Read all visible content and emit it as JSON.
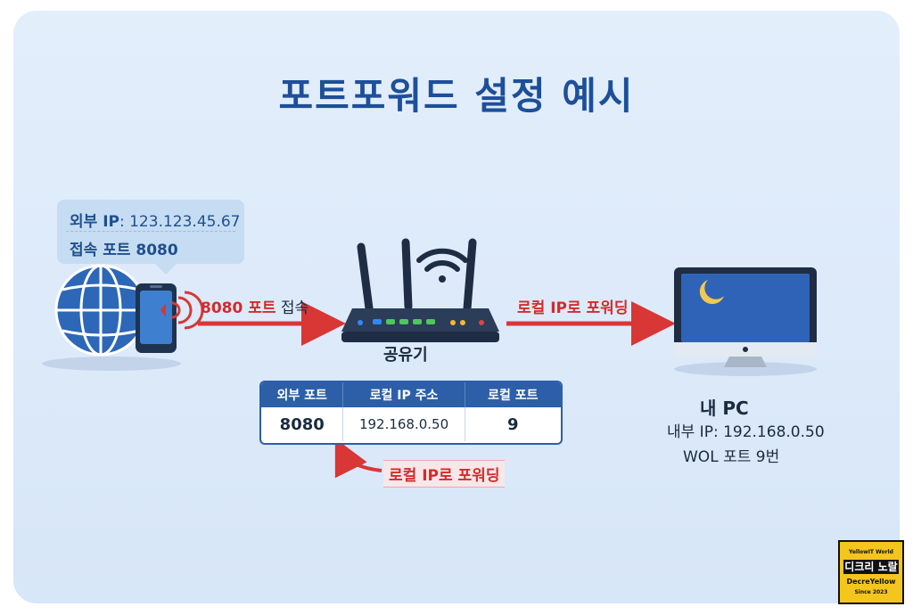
{
  "title": "포트포워드 설정 예시",
  "bubble": {
    "external_ip_label": "외부 IP",
    "external_ip_value": ": 123.123.45.67",
    "access_port": "접속 포트 8080"
  },
  "arrow_left": {
    "port_text": "8080 포트",
    "suffix": " 접속"
  },
  "arrow_right": {
    "text": "로컬 IP로 포워딩"
  },
  "router": {
    "label": "공유기"
  },
  "table": {
    "headers": [
      "외부 포트",
      "로컬 IP 주소",
      "로컬 포트"
    ],
    "row": [
      "8080",
      "192.168.0.50",
      "9"
    ]
  },
  "bottom_forward": {
    "text": "로컬 IP로 포워딩"
  },
  "pc": {
    "label": "내 PC",
    "internal_ip": "내부 IP: 192.168.0.50",
    "wol_port": "WOL 포트 9번"
  },
  "logo": {
    "top": "YellowIT World",
    "mid": "디크리 노랄",
    "brand": "DecreYellow",
    "since": "Since 2023"
  },
  "colors": {
    "accent_blue": "#2c5fa8",
    "arrow_red": "#d93636",
    "title_blue": "#1d4f9a"
  }
}
